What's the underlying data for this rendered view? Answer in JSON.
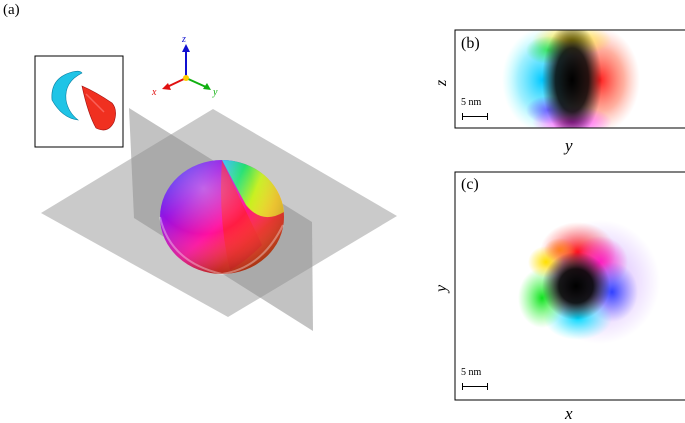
{
  "panel_a": {
    "label": "(a)",
    "axes": {
      "z": "z",
      "x": "x",
      "y": "y"
    },
    "axis_colors": {
      "z": "#1010d0",
      "x": "#e01010",
      "y": "#10b010"
    }
  },
  "panel_b": {
    "label": "(b)",
    "vertical_axis": "z",
    "horizontal_axis": "y",
    "scale_bar": "5 nm"
  },
  "panel_c": {
    "label": "(c)",
    "vertical_axis": "y",
    "horizontal_axis": "x",
    "scale_bar": "5 nm"
  }
}
